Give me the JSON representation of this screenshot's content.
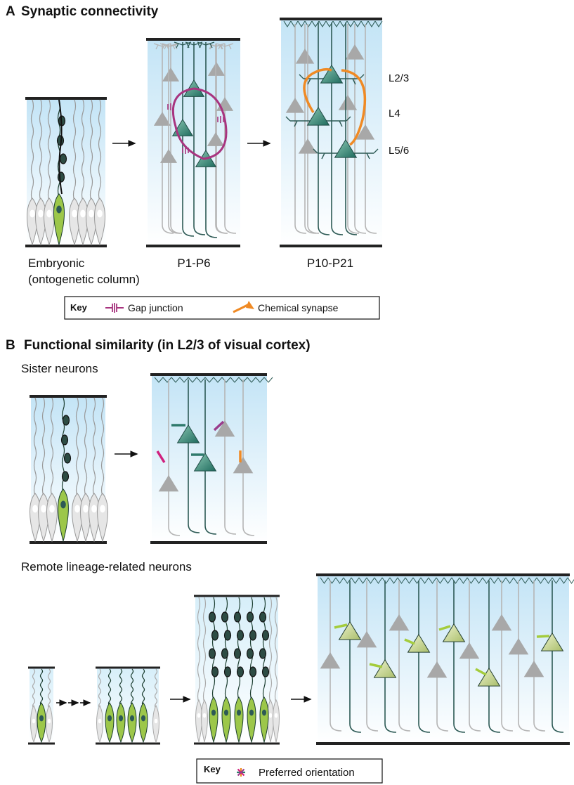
{
  "panel_a": {
    "letter": "A",
    "title": "Synaptic connectivity",
    "stage_labels": [
      "Embryonic",
      "(ontogenetic column)",
      "P1-P6",
      "P10-P21"
    ],
    "layer_labels": [
      "L2/3",
      "L4",
      "L5/6"
    ],
    "key": {
      "title": "Key",
      "gap_junction": "Gap junction",
      "chemical_synapse": "Chemical synapse"
    }
  },
  "panel_b": {
    "letter": "B",
    "title": "Functional similarity (in L2/3 of visual cortex)",
    "sister_label": "Sister neurons",
    "remote_label": "Remote lineage-related neurons",
    "key": {
      "title": "Key",
      "preferred_orientation": "Preferred orientation"
    }
  },
  "colors": {
    "teal_neuron": "#2f7a6c",
    "teal_dark": "#2d5a55",
    "grey_neuron": "#a8a8a8",
    "green_progenitor": "#9cc74a",
    "lime_neuron": "#cfdc9a",
    "gap_junction": "#a8347f",
    "chemical_synapse": "#f08a24",
    "sky": "#c7e7f7",
    "orientation_magenta": "#d0207e",
    "orientation_teal": "#2f7a6c",
    "orientation_orange": "#f08a24",
    "orientation_purple": "#9a3d8c",
    "orientation_lime": "#a4cc3c"
  }
}
